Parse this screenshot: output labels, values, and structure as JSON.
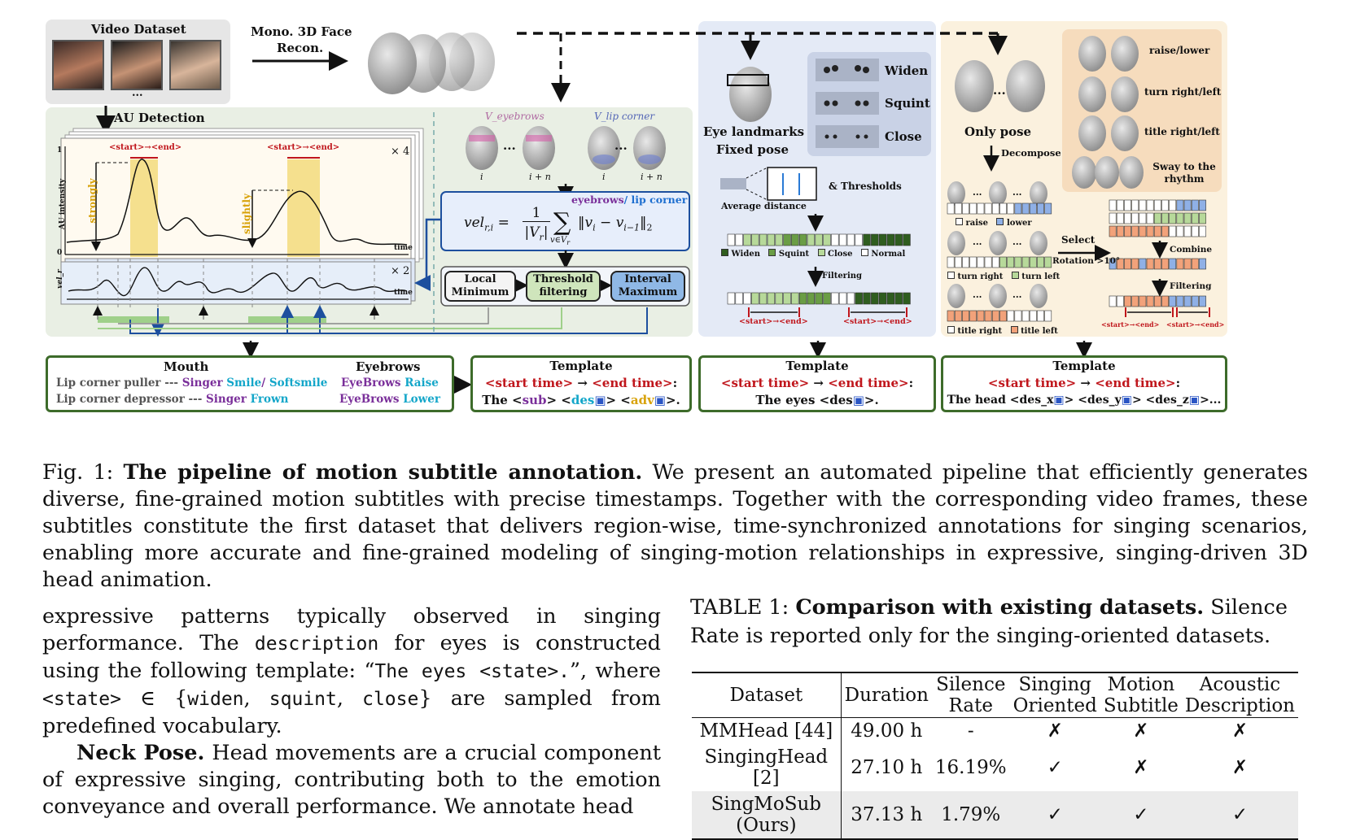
{
  "figure": {
    "video_dataset_label": "Video Dataset",
    "ellipsis": "...",
    "mono_recon_label": [
      "Mono. 3D Face",
      "Recon."
    ],
    "au_detection_label": "AU Detection",
    "au_plot": {
      "y_axis_label": "AU intensity",
      "y_tick_top": "1",
      "y_tick_bottom": "0",
      "x_axis_label": "time",
      "strongly": "strongly",
      "slightly": "slightly",
      "span_label": "<start>→<end>",
      "multiplier": "× 4"
    },
    "vel_plot": {
      "y_axis_label": "vel_r",
      "x_axis_label": "time",
      "multiplier": "× 2"
    },
    "vertex_groups": {
      "eyebrows_label": "V_eyebrows",
      "lip_corner_label": "V_lip corner",
      "head_labels": [
        "i",
        "i + n",
        "i",
        "i + n"
      ]
    },
    "formula": {
      "lhs": "vel_{r,i} =",
      "text": "vel_{r,i} = 1/|V_r| Σ_{v∈V_r} ‖v_i − v_{i−1}‖_2",
      "region_label_a": "eyebrows",
      "region_label_b": "/ lip corner"
    },
    "steps": [
      "Local Minimum",
      "Threshold filtering",
      "Interval Maximum"
    ],
    "eyes_panel": {
      "eye_landmarks": "Eye landmarks",
      "fixed_pose": "Fixed pose",
      "states": [
        "Widen",
        "Squint",
        "Close"
      ],
      "average_distance": "Average distance",
      "thresholds": "& Thresholds",
      "legend": [
        "Widen",
        "Squint",
        "Close",
        "Normal"
      ],
      "filtering": "Filtering",
      "span_label": "<start>→<end>"
    },
    "pose_panel": {
      "only_pose": "Only pose",
      "decompose": "Decompose",
      "motions": [
        "raise/lower",
        "turn right/left",
        "title right/left",
        "Sway to the rhythm"
      ],
      "legend_rows": [
        [
          "raise",
          "lower"
        ],
        [
          "turn right",
          "turn left"
        ],
        [
          "title right",
          "title left"
        ]
      ],
      "select": "Select",
      "rotation": "Rotation >10°",
      "combine": "Combine",
      "filtering": "Filtering",
      "span_label": "<start>→<end>"
    },
    "au_table": {
      "mouth_header": "Mouth",
      "eyebrows_header": "Eyebrows",
      "mouth_rows": [
        {
          "name": "Lip corner puller ---",
          "singer": "Singer",
          "a": "Smile",
          "sep": "/",
          "b": "Softsmile"
        },
        {
          "name": "Lip corner depressor ---",
          "singer": "Singer",
          "a": "Frown"
        }
      ],
      "eyebrow_rows": [
        {
          "prefix": "EyeBrows",
          "word": "Raise"
        },
        {
          "prefix": "EyeBrows",
          "word": "Lower"
        }
      ]
    },
    "templates": [
      {
        "title": "Template",
        "line2_start": "<start time>",
        "arrow": " → ",
        "line2_end": "<end time>",
        "colon": ":",
        "line3": [
          "The <",
          "sub",
          "> <",
          "des",
          "> <",
          "adv",
          ">."
        ]
      },
      {
        "title": "Template",
        "line2_start": "<start time>",
        "arrow": " → ",
        "line2_end": "<end time>",
        "colon": ":",
        "line3": [
          "The eyes <des",
          ">."
        ]
      },
      {
        "title": "Template",
        "line2_start": "<start time>",
        "arrow": " → ",
        "line2_end": "<end time>",
        "colon": ":",
        "line3": [
          "The head  <des_x",
          "> <des_y",
          "> <des_z",
          ">..."
        ]
      }
    ],
    "colors": {
      "au_panel_bg": "#e9efe4",
      "eye_panel_bg": "#e4eaf6",
      "pose_panel_bg": "#fbf1de",
      "highlight": "#f3da7c",
      "template_border": "#3d6b2a",
      "step_threshold": "#cfe5bc",
      "step_interval": "#8fb8e6",
      "widen": "#2f5d1f",
      "squint": "#6a9d45",
      "close": "#b7d99a"
    }
  },
  "caption": {
    "prefix": "Fig. 1: ",
    "title": "The pipeline of motion subtitle annotation.",
    "body": " We present an automated pipeline that efficiently generates diverse, fine-grained motion subtitles with precise timestamps. Together with the corresponding video frames, these subtitles constitute the first dataset that delivers region-wise, time-synchronized annotations for singing scenarios, enabling more accurate and fine-grained modeling of singing-motion relationships in expressive, singing-driven 3D head animation."
  },
  "body_text": {
    "p1_a": "expressive patterns typically observed in singing performance. The ",
    "p1_mono1": "description",
    "p1_b": " for eyes is constructed using the following template: “",
    "p1_mono2": "The eyes <state>.",
    "p1_c": "”, where ",
    "p1_mono3": "<state>",
    "p1_d": " ∈ {",
    "p1_mono4": "widen",
    "p1_e": ", ",
    "p1_mono5": "squint",
    "p1_f": ", ",
    "p1_mono6": "close",
    "p1_g": "} are sampled from predefined vocabulary.",
    "p2_title": "Neck Pose.",
    "p2_body": " Head movements are a crucial component of expressive singing, contributing both to the emotion conveyance and overall performance. We annotate head"
  },
  "table": {
    "caption_prefix": "TABLE 1: ",
    "caption_title": "Comparison with existing datasets.",
    "caption_body": " Silence Rate is reported only for the singing-oriented datasets.",
    "headers": [
      "Dataset",
      "Duration",
      "Silence Rate",
      "Singing Oriented",
      "Motion Subtitle",
      "Acoustic Description"
    ],
    "rows": [
      [
        "MMHead [44]",
        "49.00 h",
        "-",
        "✗",
        "✗",
        "✗"
      ],
      [
        "SingingHead [2]",
        "27.10 h",
        "16.19%",
        "✓",
        "✗",
        "✗"
      ],
      [
        "SingMoSub (Ours)",
        "37.13 h",
        "1.79%",
        "✓",
        "✓",
        "✓"
      ]
    ]
  }
}
